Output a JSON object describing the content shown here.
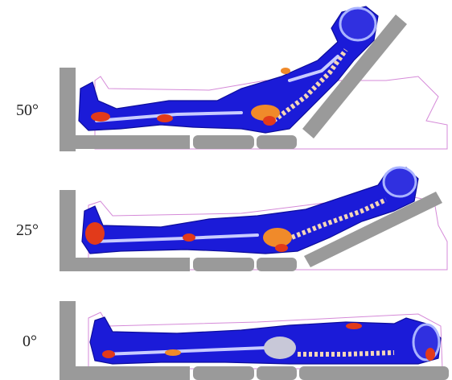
{
  "panels": [
    {
      "id": "incline-50",
      "label": "50°",
      "backrest_angle_deg": 50
    },
    {
      "id": "incline-25",
      "label": "25°",
      "backrest_angle_deg": 25
    },
    {
      "id": "incline-0",
      "label": "0°",
      "backrest_angle_deg": 0
    }
  ],
  "colors": {
    "bed": "#9a9a9a",
    "body_low_stress": "#1b1bd8",
    "stress_high": "#e23a1a",
    "stress_medium": "#f08a2a",
    "mattress_outline": "#d58ad8"
  }
}
